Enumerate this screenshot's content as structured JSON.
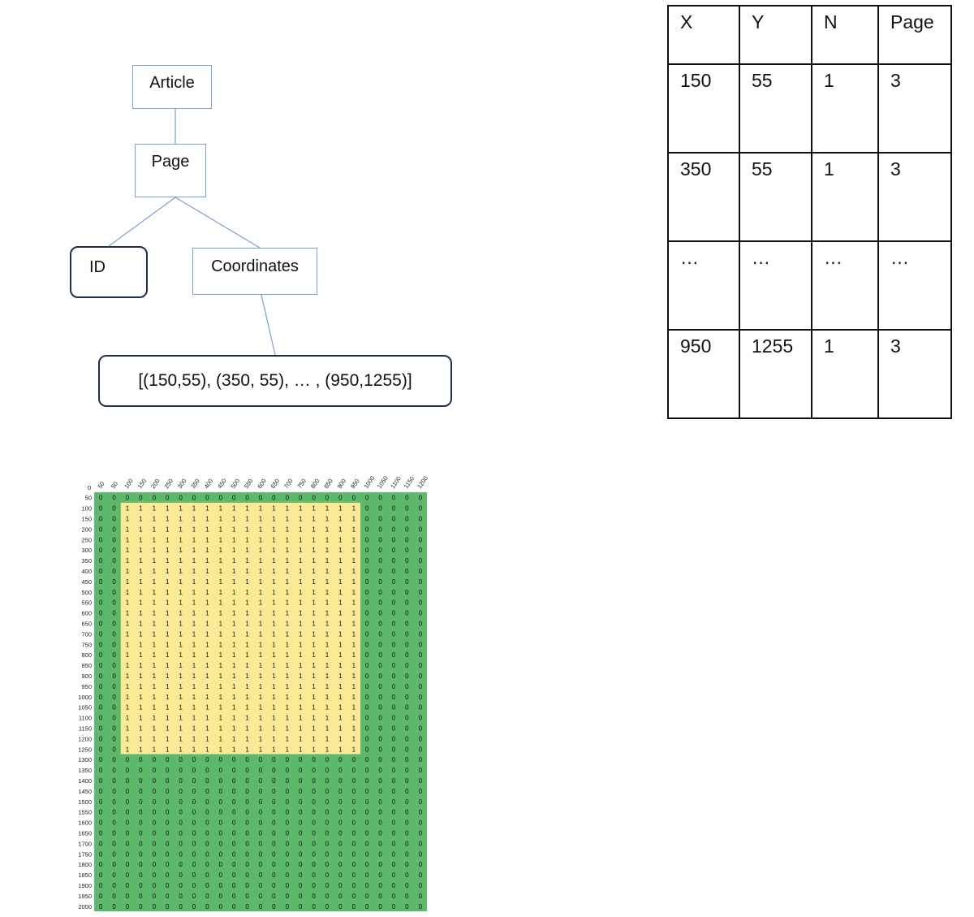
{
  "tree": {
    "article": "Article",
    "page": "Page",
    "id": "ID",
    "coordinates": "Coordinates",
    "coordinate_list": "[(150,55), (350, 55), … , (950,1255)]"
  },
  "table": {
    "headers": [
      "X",
      "Y",
      "N",
      "Page"
    ],
    "rows": [
      [
        "150",
        "55",
        "1",
        "3"
      ],
      [
        "350",
        "55",
        "1",
        "3"
      ],
      [
        "…",
        "…",
        "…",
        "…"
      ],
      [
        "950",
        "1255",
        "1",
        "3"
      ]
    ]
  },
  "grid": {
    "corner_label": "0",
    "column_labels": [
      "50",
      "100",
      "150",
      "200",
      "250",
      "300",
      "350",
      "400",
      "450",
      "500",
      "550",
      "600",
      "650",
      "700",
      "750",
      "800",
      "850",
      "900",
      "950",
      "1000",
      "1050",
      "1100",
      "1150",
      "1200"
    ],
    "row_labels": [
      "50",
      "100",
      "150",
      "200",
      "250",
      "300",
      "350",
      "400",
      "450",
      "500",
      "550",
      "600",
      "650",
      "700",
      "750",
      "800",
      "850",
      "900",
      "950",
      "1000",
      "1050",
      "1100",
      "1150",
      "1200",
      "1250",
      "1300",
      "1350",
      "1400",
      "1450",
      "1500",
      "1550",
      "1600",
      "1650",
      "1700",
      "1750",
      "1800",
      "1850",
      "1900",
      "1950",
      "2000"
    ],
    "region": {
      "label_value": "1",
      "x_from": "100",
      "x_to": "950",
      "y_from": "100",
      "y_to": "1250"
    },
    "background_value": "0",
    "colors": {
      "region_fill": "#fbe996",
      "background_fill": "#5cb86a",
      "header_fill": "#ffffff"
    }
  }
}
